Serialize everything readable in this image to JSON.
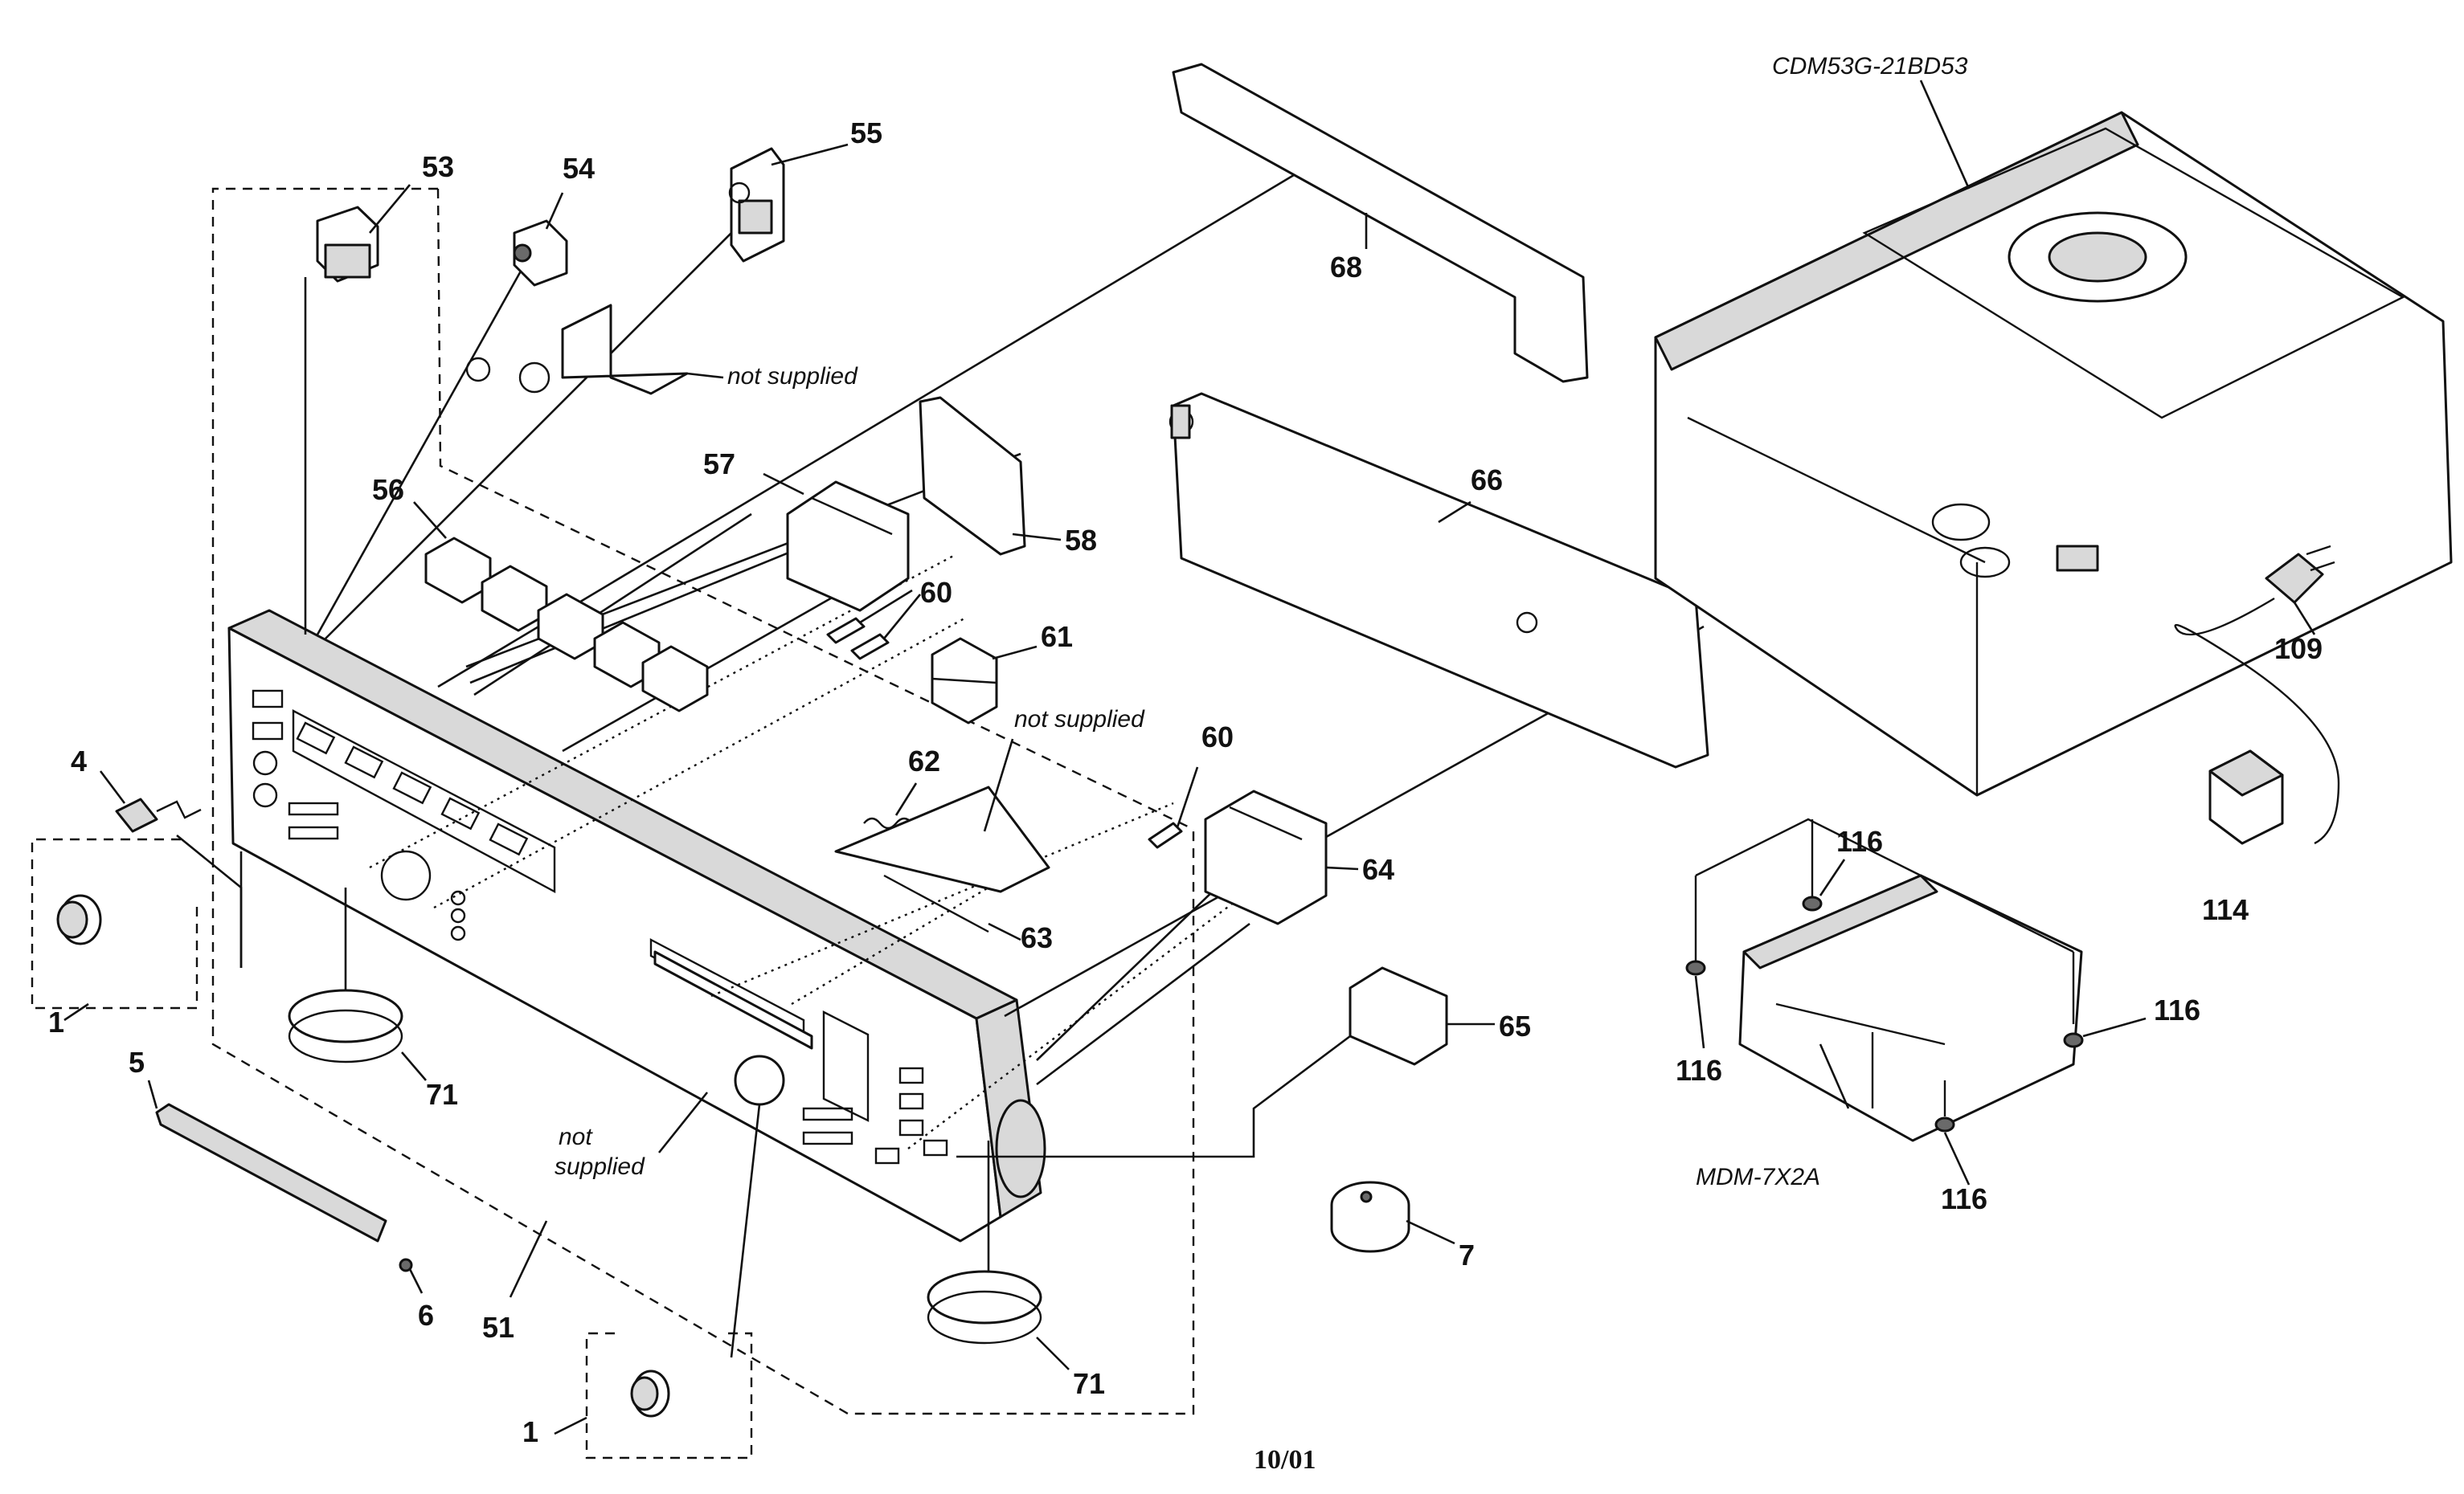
{
  "parts": [
    {
      "id": "p53",
      "label": "53"
    },
    {
      "id": "p54",
      "label": "54"
    },
    {
      "id": "p55",
      "label": "55"
    },
    {
      "id": "p56",
      "label": "56"
    },
    {
      "id": "p57",
      "label": "57"
    },
    {
      "id": "p58",
      "label": "58"
    },
    {
      "id": "p60a",
      "label": "60"
    },
    {
      "id": "p60b",
      "label": "60"
    },
    {
      "id": "p61",
      "label": "61"
    },
    {
      "id": "p62",
      "label": "62"
    },
    {
      "id": "p63",
      "label": "63"
    },
    {
      "id": "p64",
      "label": "64"
    },
    {
      "id": "p65",
      "label": "65"
    },
    {
      "id": "p66",
      "label": "66"
    },
    {
      "id": "p68",
      "label": "68"
    },
    {
      "id": "p4",
      "label": "4"
    },
    {
      "id": "p1a",
      "label": "1"
    },
    {
      "id": "p1b",
      "label": "1"
    },
    {
      "id": "p5",
      "label": "5"
    },
    {
      "id": "p6",
      "label": "6"
    },
    {
      "id": "p51",
      "label": "51"
    },
    {
      "id": "p71a",
      "label": "71"
    },
    {
      "id": "p71b",
      "label": "71"
    },
    {
      "id": "p7",
      "label": "7"
    },
    {
      "id": "p109",
      "label": "109"
    },
    {
      "id": "p114",
      "label": "114"
    },
    {
      "id": "p116a",
      "label": "116"
    },
    {
      "id": "p116b",
      "label": "116"
    },
    {
      "id": "p116c",
      "label": "116"
    },
    {
      "id": "p116d",
      "label": "116"
    }
  ],
  "annotations": {
    "not_supplied_1": "not supplied",
    "not_supplied_2": "not supplied",
    "not_supplied_3_line1": "not",
    "not_supplied_3_line2": "supplied",
    "cd_mechanism": "CDM53G-21BD53",
    "md_mechanism": "MDM-7X2A"
  },
  "footer": {
    "date_code": "10/01"
  }
}
